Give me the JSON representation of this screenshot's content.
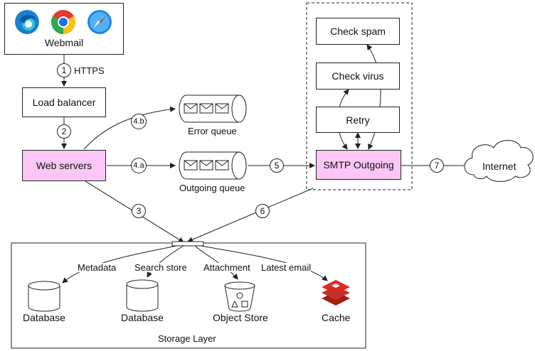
{
  "webmail": {
    "label": "Webmail",
    "browsers": [
      {
        "icon": "edge-icon",
        "color": "#1b7fd4"
      },
      {
        "icon": "chrome-icon",
        "color": "#e33b2e"
      },
      {
        "icon": "safari-icon",
        "color": "#1e88e5"
      }
    ]
  },
  "nodes": {
    "load_balancer": "Load balancer",
    "web_servers": "Web servers",
    "error_queue": "Error queue",
    "outgoing_queue": "Outgoing queue",
    "check_spam": "Check spam",
    "check_virus": "Check virus",
    "retry": "Retry",
    "smtp_outgoing": "SMTP Outgoing",
    "internet": "Internet"
  },
  "steps": {
    "s1": "1",
    "https": "HTTPS",
    "s2": "2",
    "s3": "3",
    "s4a": "4.a",
    "s4b": "4.b",
    "s5": "5",
    "s6": "6",
    "s7": "7"
  },
  "storage": {
    "title": "Storage Layer",
    "edges": [
      "Metadata",
      "Search store",
      "Attachment",
      "Latest email"
    ],
    "items": [
      "Database",
      "Database",
      "Object Store",
      "Cache"
    ]
  },
  "colors": {
    "highlight": "#f9c6f5",
    "line": "#222222",
    "redis": "#d82c20"
  }
}
